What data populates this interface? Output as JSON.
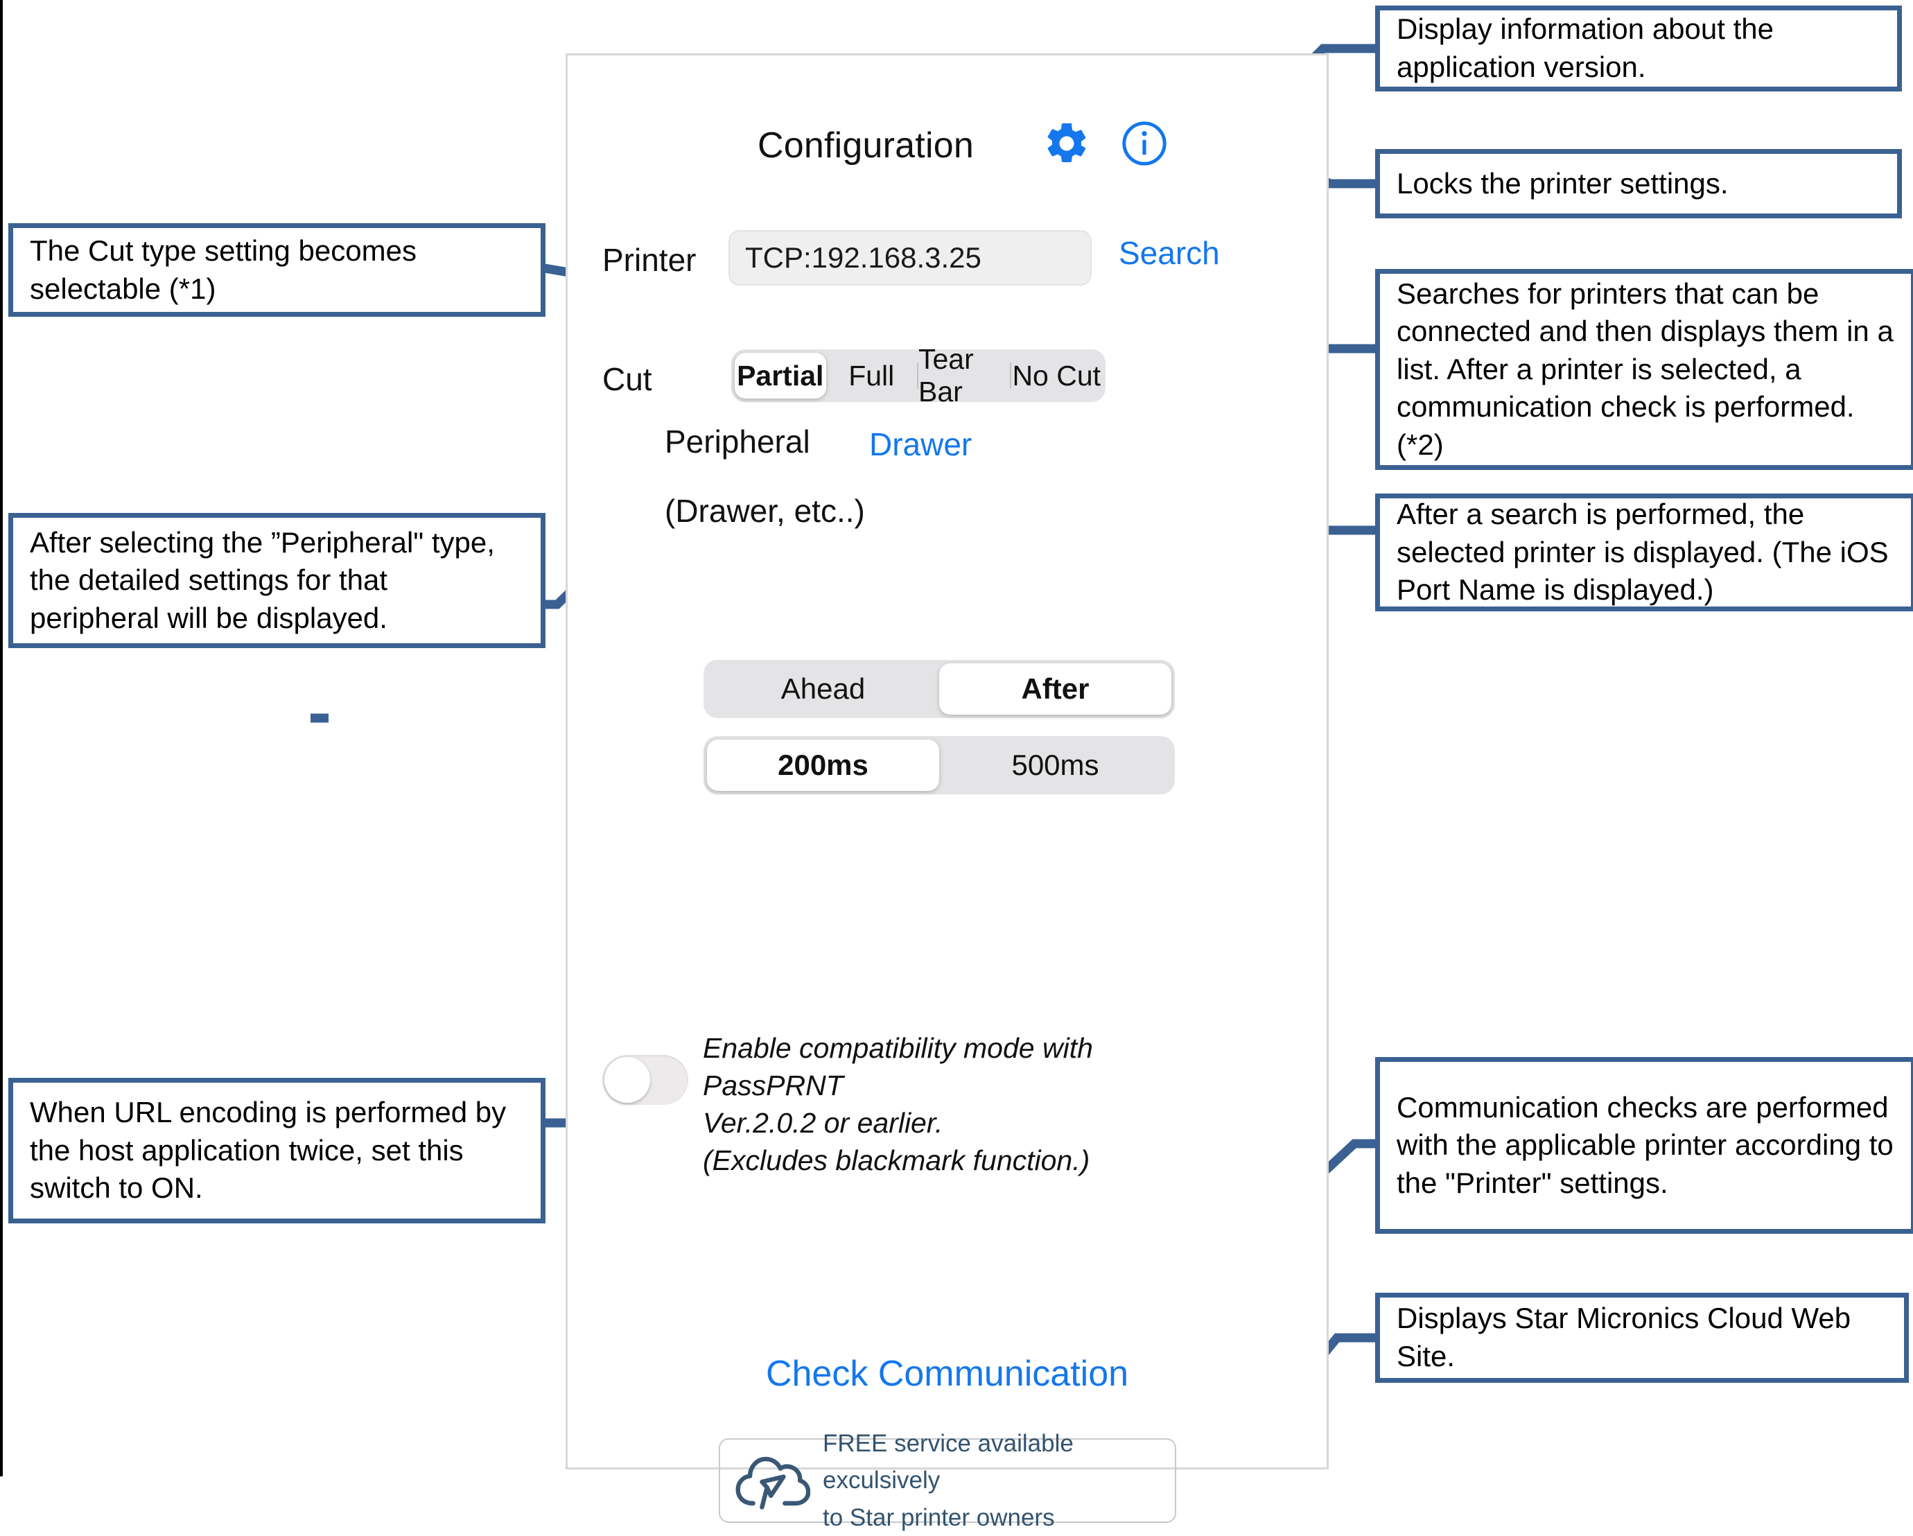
{
  "app": {
    "title": "Configuration",
    "icons": {
      "gear": "gear-icon",
      "info": "info-icon"
    },
    "printer": {
      "label": "Printer",
      "value": "TCP:192.168.3.25",
      "search_label": "Search"
    },
    "cut": {
      "label": "Cut",
      "options": [
        "Partial",
        "Full",
        "Tear Bar",
        "No Cut"
      ],
      "selected": "Partial"
    },
    "peripheral": {
      "label": "Peripheral",
      "sub_label": "(Drawer, etc..)",
      "type_value": "Drawer",
      "timing": {
        "options": [
          "Ahead",
          "After"
        ],
        "selected": "After"
      },
      "duration": {
        "options": [
          "200ms",
          "500ms"
        ],
        "selected": "200ms"
      }
    },
    "compatibility": {
      "toggle_state": "off",
      "line1": "Enable compatibility mode with PassPRNT",
      "line2": "Ver.2.0.2 or earlier.",
      "line3": "(Excludes blackmark function.)"
    },
    "check_communication_label": "Check Communication",
    "cloud_banner": {
      "icon": "cloud-star-icon",
      "line1": "FREE service available exculsively",
      "line2": "to Star printer owners"
    }
  },
  "callouts": [
    {
      "id": "info-version",
      "text": "Display information about the application version."
    },
    {
      "id": "lock-settings",
      "text": "Locks the printer settings."
    },
    {
      "id": "search-desc",
      "text": "Searches for printers that can be connected and then displays them in a list. After a printer is selected, a communication check is performed. (*2)"
    },
    {
      "id": "printer-desc",
      "text": "After a search is performed, the selected printer is displayed. (The iOS Port Name is displayed.)"
    },
    {
      "id": "cut-desc",
      "text": "The Cut type setting becomes selectable (*1)"
    },
    {
      "id": "peripheral-desc",
      "text": "After selecting the ”Peripheral\" type, the detailed settings for that peripheral will be displayed."
    },
    {
      "id": "url-encoding-desc",
      "text": "When URL encoding is performed by the host application twice, set this switch to ON."
    },
    {
      "id": "comm-check-desc",
      "text": "Communication checks are performed with the applicable printer according to the \"Printer\" settings."
    },
    {
      "id": "cloud-site-desc",
      "text": "Displays Star Micronics Cloud Web Site."
    }
  ],
  "colors": {
    "accent_blue": "#1477ec",
    "callout_border": "#3a6192",
    "segment_track": "#e4e4e6",
    "cloud_text": "#33536f"
  }
}
